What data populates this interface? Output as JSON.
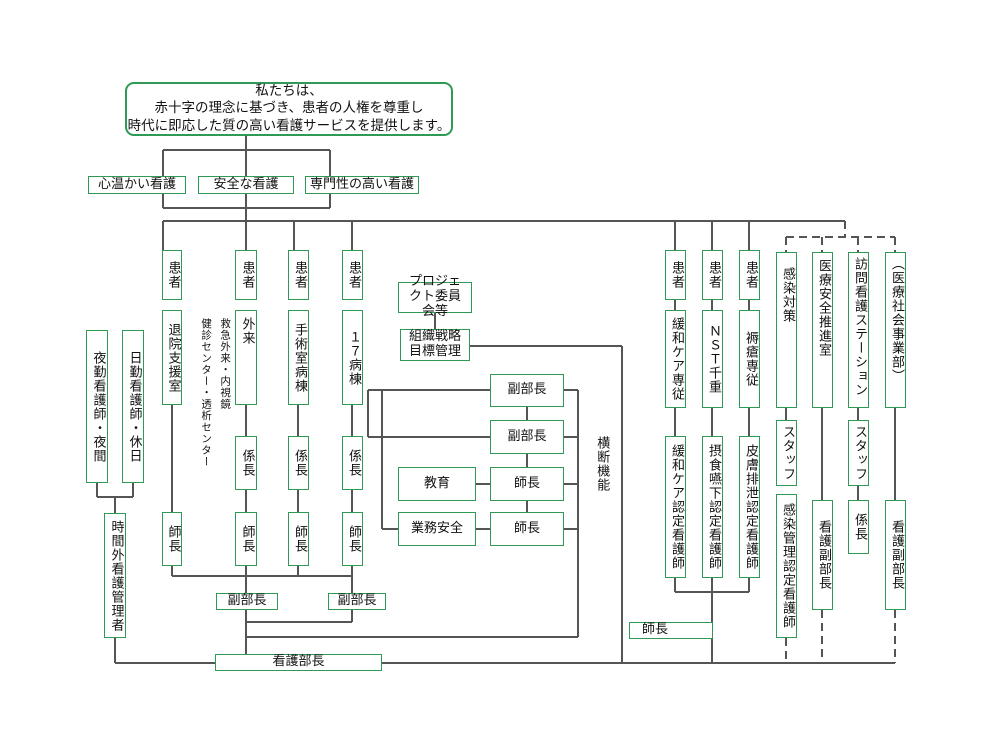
{
  "mission": {
    "line1": "私たちは、",
    "line2": "赤十字の理念に基づき、患者の人権を尊重し",
    "line3": "時代に即応した質の高い看護サービスを提供します。"
  },
  "values": [
    "心温かい看護",
    "安全な看護",
    "専門性の高い看護"
  ],
  "patient_label": "患者",
  "units": {
    "taiin": "退院支援室",
    "gairai": "外来",
    "shujutsu": "手術室病棟",
    "byoto17": "１７病棟",
    "kanwa": "緩和ケア専従",
    "nst": "ＮＳＴ千重",
    "jokuso": "褥瘡専従"
  },
  "gairai_note_1": "救急外来・内視鏡",
  "gairai_note_2": "健診センター・透析センター",
  "roles": {
    "kakaricho": "係長",
    "shicho": "師長",
    "fukubucho": "副部長",
    "kango_bucho": "看護部長",
    "staff": "スタッフ",
    "kango_fukubucho": "看護副部長"
  },
  "night": "夜勤看護師・夜間",
  "holiday": "日勤看護師・休日",
  "overtime": "時間外看護管理者",
  "project": "プロジェクト委員会等",
  "strategy": "組織戦略目標管理",
  "kyoiku": "教育",
  "gyomu_anzen": "業務安全",
  "cross_function": "横断機能",
  "certs": {
    "kanwa": "緩和ケア認定看護師",
    "nst": "摂食嚥下認定看護師",
    "hifu": "皮膚排泄認定看護師",
    "kansen": "感染管理認定看護師"
  },
  "right_units": {
    "kansen": "感染対策",
    "iryo_anzen": "医療安全推進室",
    "homon": "訪問看護ステーション",
    "shakai": "（医療社会事業部）"
  }
}
